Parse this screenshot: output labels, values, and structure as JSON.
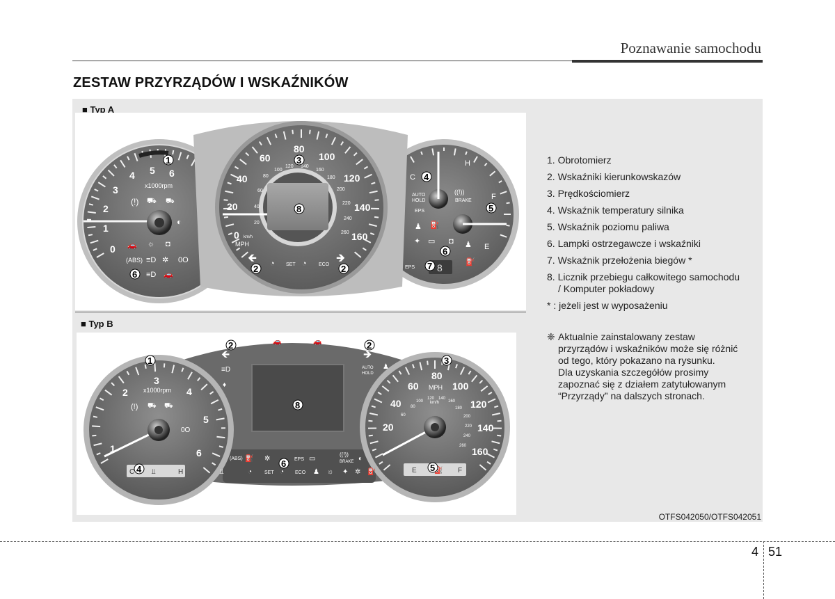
{
  "header": {
    "title": "Poznawanie samochodu"
  },
  "section": {
    "title": "ZESTAW PRZYRZĄDÓW I WSKAŹNIKÓW"
  },
  "figure": {
    "type_a_label": "■ Typ A",
    "type_b_label": "■  Typ B",
    "code": "OTFS042050/OTFS042051",
    "cluster_a": {
      "tach_numbers": [
        "0",
        "1",
        "2",
        "3",
        "4",
        "5",
        "6"
      ],
      "tach_unit": "x1000rpm",
      "speed_numbers": [
        "0",
        "20",
        "40",
        "60",
        "80",
        "100",
        "120",
        "140",
        "160"
      ],
      "speed_kmh_numbers": [
        "20",
        "40",
        "60",
        "80",
        "100",
        "120",
        "140",
        "160",
        "180",
        "200",
        "220",
        "240",
        "260"
      ],
      "speed_unit": "MPH",
      "kmh_unit": "km/h",
      "temp_c": "C",
      "temp_h": "H",
      "fuel_f": "F",
      "fuel_e": "E",
      "auto_hold": "AUTO HOLD",
      "brake": "BRAKE",
      "eps": "EPS",
      "eps2": "EPS",
      "set": "SET",
      "eco": "ECO",
      "gear": "8"
    },
    "cluster_b": {
      "tach_numbers": [
        "1",
        "2",
        "3",
        "4",
        "5",
        "6"
      ],
      "tach_unit": "x1000rpm",
      "speed_numbers": [
        "20",
        "40",
        "60",
        "80",
        "100",
        "120",
        "140",
        "160"
      ],
      "speed_small_numbers": [
        "60",
        "80",
        "100",
        "120",
        "140",
        "160",
        "180",
        "200",
        "220",
        "240",
        "260"
      ],
      "speed_unit": "MPH",
      "kmh_unit": "km/h",
      "temp_c": "C",
      "temp_h": "H",
      "fuel_e": "E",
      "fuel_f": "F",
      "auto_hold": "AUTO HOLD",
      "eps": "EPS",
      "brake": "BRAKE",
      "set": "SET",
      "eco": "ECO"
    },
    "callouts": [
      "1",
      "2",
      "3",
      "4",
      "5",
      "6",
      "7",
      "8"
    ]
  },
  "legend": {
    "items": [
      "1. Obrotomierz",
      "2. Wskaźniki kierunkowskazów",
      "3. Prędkościomierz",
      "4. Wskaźnik temperatury silnika",
      "5. Wskaźnik poziomu paliwa",
      "6. Lampki ostrzegawcze i wskaźniki",
      "7. Wskaźnik przełożenia biegów *",
      "8. Licznik przebiegu całkowitego samochodu",
      "/ Komputer pokładowy"
    ],
    "footnote": "* : jeżeli jest w wyposażeniu"
  },
  "notice": {
    "symbol": "❈",
    "lines": [
      "Aktualnie zainstalowany zestaw",
      "przyrządów i wskaźników może się różnić",
      "od tego, który pokazano na rysunku.",
      "Dla uzyskania szczegółów prosimy",
      "zapoznać się z działem zatytułowanym",
      "“Przyrządy” na dalszych stronach."
    ]
  },
  "page": {
    "chapter": "4",
    "number": "51"
  }
}
